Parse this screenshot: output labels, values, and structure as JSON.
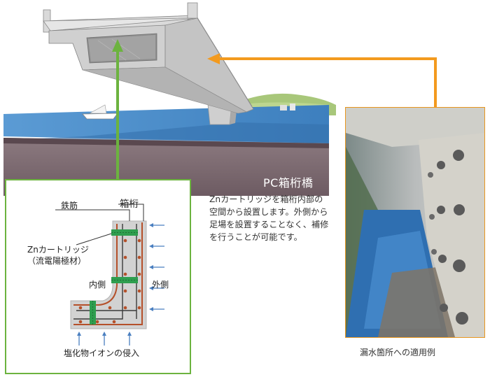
{
  "bridge": {
    "caption": "PC箱桁橋"
  },
  "description": {
    "lines": [
      "Znカートリッジを箱桁内部の",
      "空間から設置します。外側から",
      "足場を設置することなく、補修",
      "を行うことが可能です。"
    ]
  },
  "detail": {
    "label_rebar": "鉄筋",
    "label_box_girder": "箱桁",
    "label_cartridge_line1": "Znカートリッジ",
    "label_cartridge_line2": "（流電陽極材）",
    "label_inside": "内側",
    "label_outside": "外側",
    "label_chloride": "塩化物イオンの侵入"
  },
  "photo": {
    "caption": "漏水箇所への適用例"
  },
  "colors": {
    "green_arrow": "#6cb33f",
    "orange_arrow": "#f39a1e",
    "river": "#4f8fc9",
    "ground": "#7d6a70",
    "concrete": "#d2d2d2",
    "rebar": "#b5502a",
    "anode": "#2e9e4f"
  }
}
